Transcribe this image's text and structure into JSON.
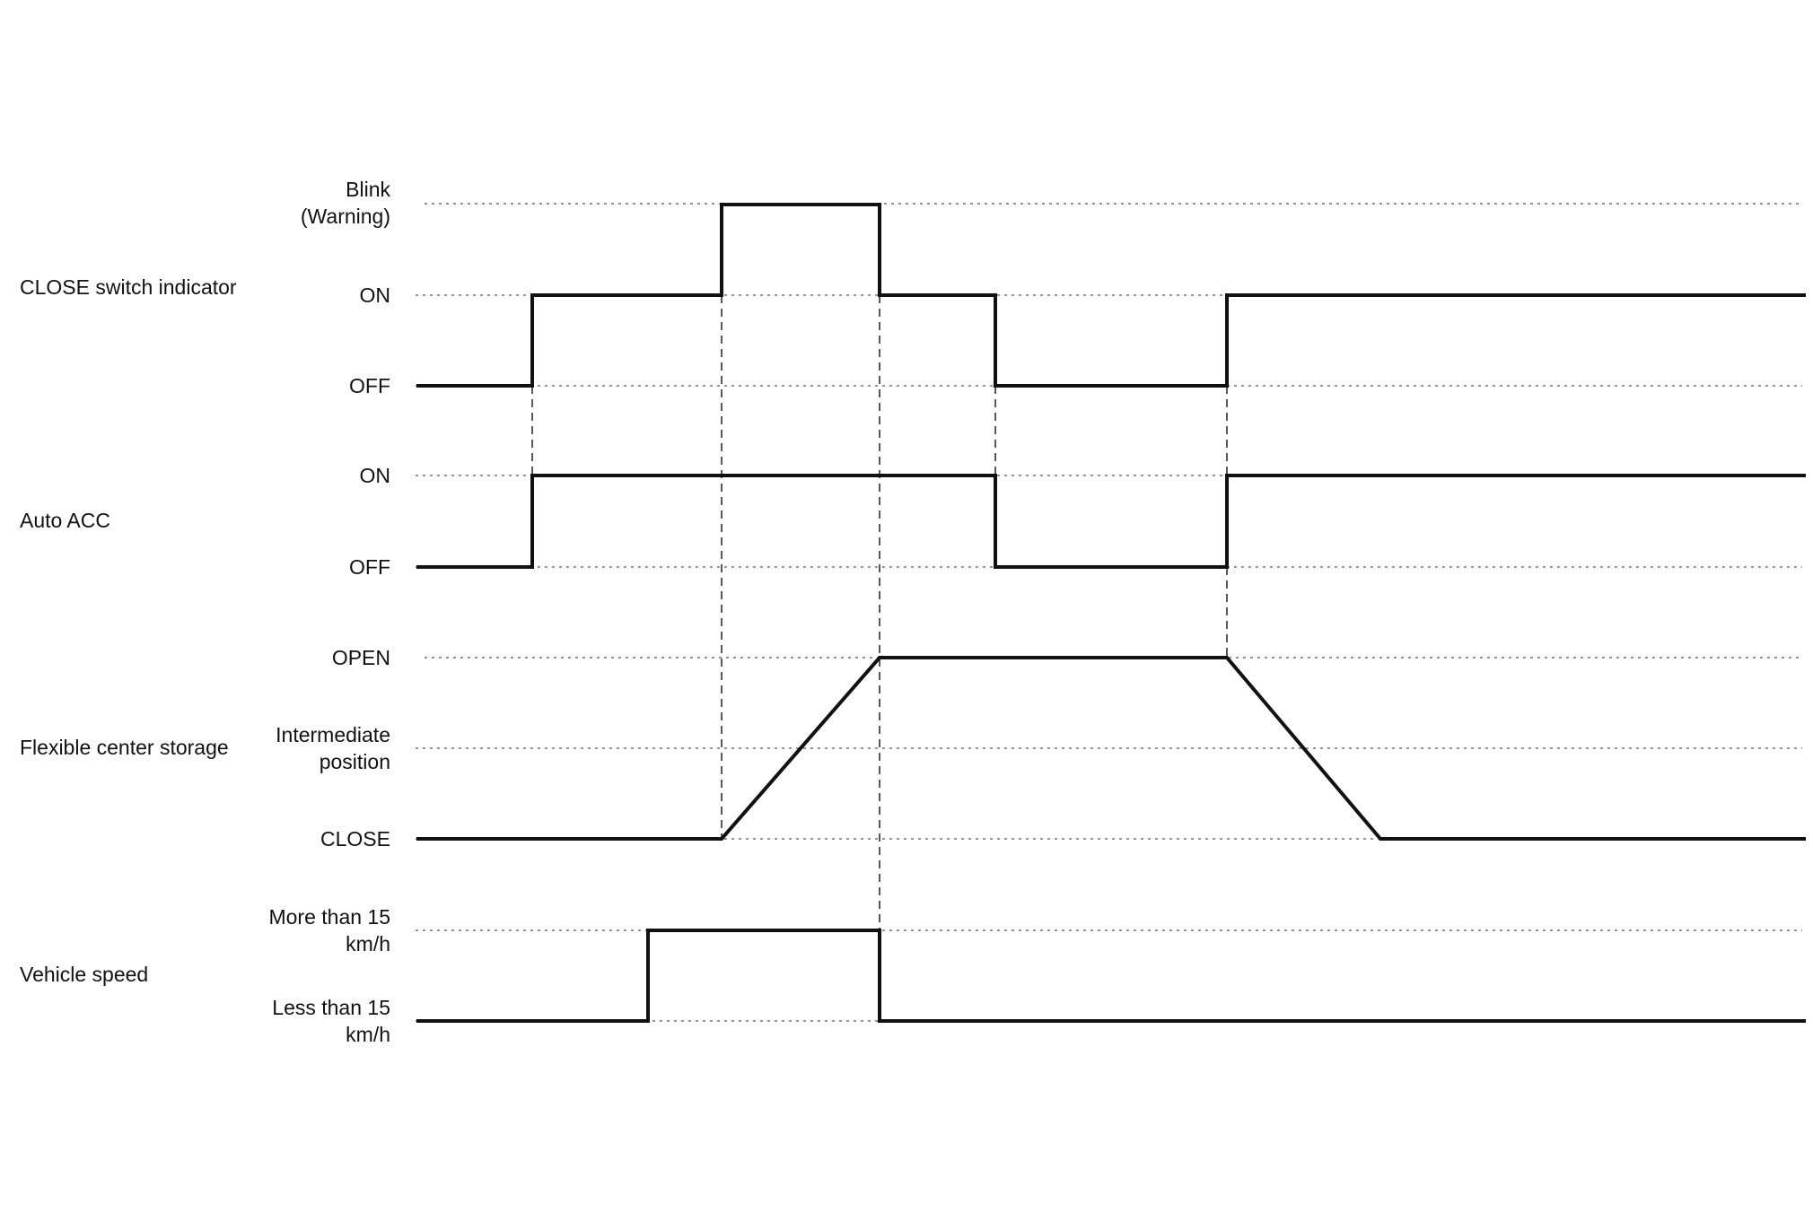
{
  "diagram": {
    "signals": [
      {
        "name": "CLOSE switch indicator",
        "levels": [
          "Blink",
          "(Warning)",
          "ON",
          "OFF"
        ]
      },
      {
        "name": "Auto ACC",
        "levels": [
          "ON",
          "OFF"
        ]
      },
      {
        "name": "Flexible center storage",
        "levels": [
          "OPEN",
          "Intermediate",
          "position",
          "CLOSE"
        ]
      },
      {
        "name": "Vehicle speed",
        "levels": [
          "More than 15",
          "km/h",
          "Less than 15",
          "km/h"
        ]
      }
    ]
  }
}
